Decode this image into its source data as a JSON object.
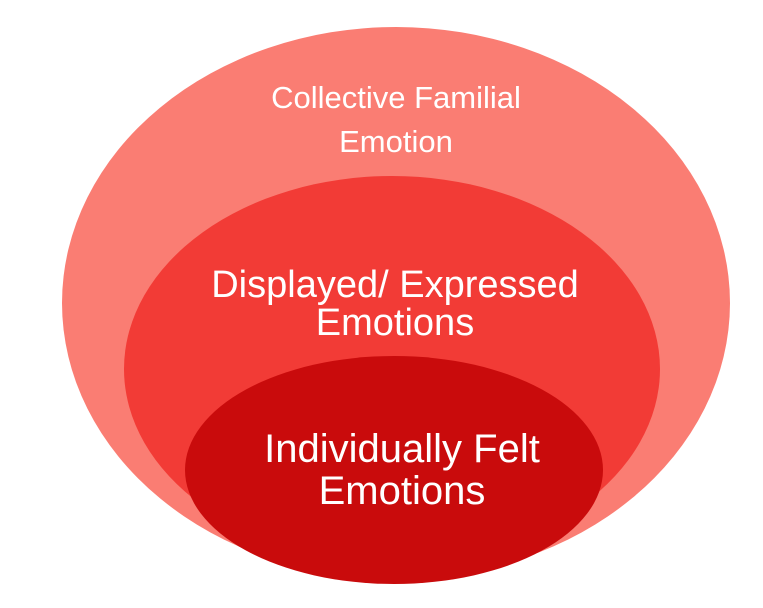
{
  "diagram": {
    "type": "stacked-venn",
    "title": "",
    "background_color": "#ffffff",
    "text_color": "#ffffff",
    "levels": [
      {
        "id": "collective-familial-emotion",
        "label": "Collective Familial Emotion",
        "label_line1": "Collective Familial",
        "label_line2": "Emotion",
        "color": "#FA7D73"
      },
      {
        "id": "displayed-expressed-emotions",
        "label": "Displayed/ Expressed Emotions",
        "label_line1": "Displayed/ Expressed",
        "label_line2": "Emotions",
        "color": "#F23B36"
      },
      {
        "id": "individually-felt-emotions",
        "label": "Individually Felt Emotions",
        "label_line1": "Individually Felt",
        "label_line2": "Emotions",
        "color": "#C90B0C"
      }
    ]
  }
}
